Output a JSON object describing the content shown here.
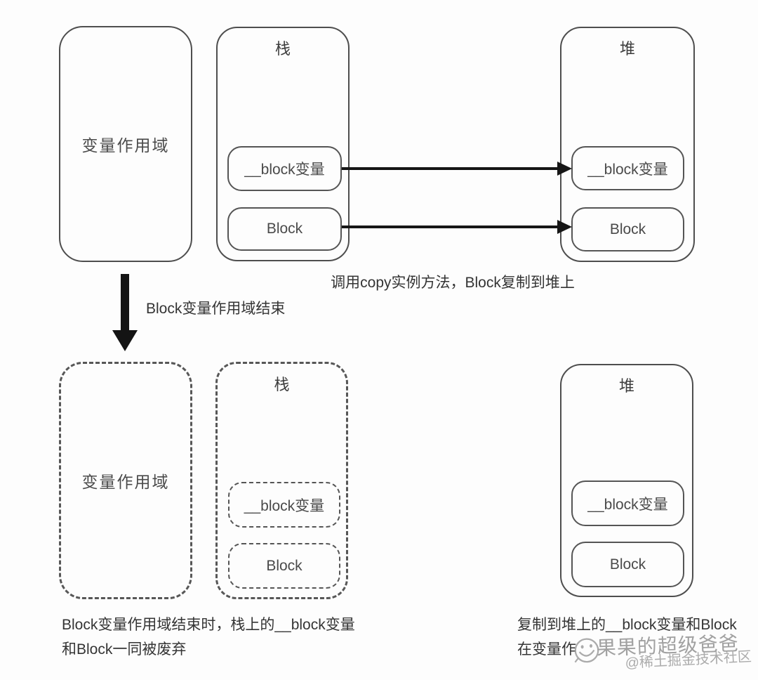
{
  "colors": {
    "background": "#fdfdfd",
    "box_line": "#4e4e4e",
    "arrow": "#161616",
    "text": "#3d3d3d",
    "watermark_text": "#8d8d8d"
  },
  "top_row": {
    "scope_label": "变量作用域",
    "stack": {
      "title": "栈",
      "items": [
        "__block变量",
        "Block"
      ]
    },
    "heap": {
      "title": "堆",
      "items": [
        "__block变量",
        "Block"
      ]
    },
    "caption": "调用copy实例方法，Block复制到堆上"
  },
  "transition_arrow": {
    "label": "Block变量作用域结束"
  },
  "bottom_row": {
    "scope_label": "变量作用域",
    "stack": {
      "title": "栈",
      "items": [
        "__block变量",
        "Block"
      ]
    },
    "heap": {
      "title": "堆",
      "items": [
        "__block变量",
        "Block"
      ]
    },
    "caption_left": {
      "line1": "Block变量作用域结束时，栈上的__block变量",
      "line2": "和Block一同被废弃"
    },
    "caption_right": {
      "line1": "复制到堆上的__block变量和Block",
      "line2": "在变量作"
    }
  },
  "watermark": {
    "emoji": "grin-face-icon",
    "author": "果果的超级爸爸",
    "community": "@稀土掘金技术社区"
  }
}
